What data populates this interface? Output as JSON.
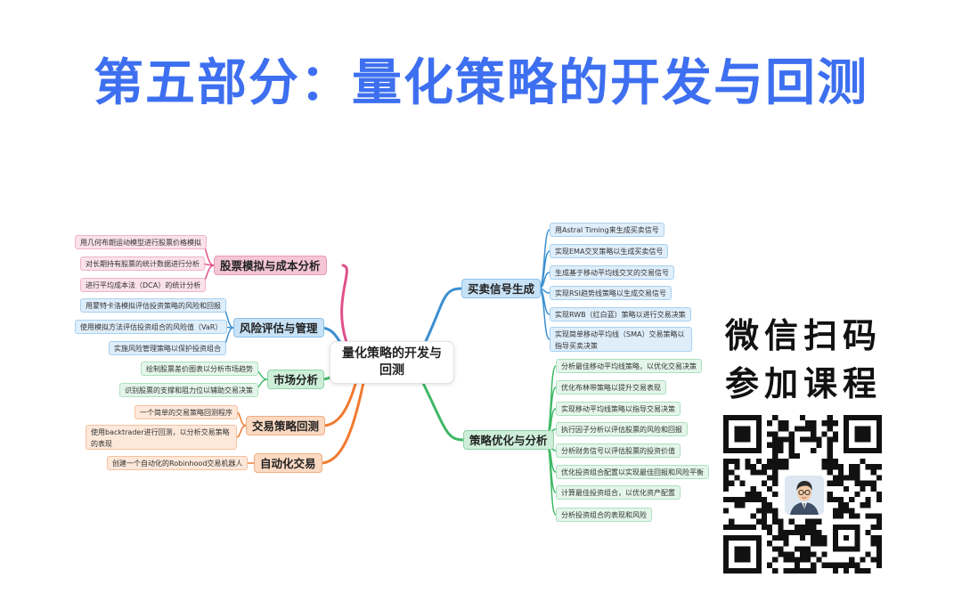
{
  "title": "第五部分：量化策略的开发与回测",
  "center": "量化策略的开发与回测",
  "colors": {
    "title": "#3d6ff0",
    "pink": "#e0508a",
    "blue": "#3a8fd0",
    "green": "#3eb865",
    "orange": "#f07a30"
  },
  "branches": {
    "stock_sim": {
      "label": "股票模拟与成本分析",
      "items": [
        "用几何布朗运动模型进行股票价格模拟",
        "对长期持有股票的统计数据进行分析",
        "进行平均成本法（DCA）的统计分析"
      ]
    },
    "risk": {
      "label": "风险评估与管理",
      "items": [
        "用蒙特卡洛模拟评估投资策略的风险和回报",
        "使用模拟方法评估投资组合的风险值（VaR）",
        "实施风险管理策略以保护投资组合"
      ]
    },
    "market": {
      "label": "市场分析",
      "items": [
        "绘制股票差价图表以分析市场趋势",
        "识别股票的支撑和阻力位以辅助交易决策"
      ]
    },
    "backtest": {
      "label": "交易策略回测",
      "items": [
        "一个简单的交易策略回测程序",
        "使用backtrader进行回测，以分析交易策略的表现"
      ]
    },
    "auto": {
      "label": "自动化交易",
      "items": [
        "创建一个自动化的Robinhood交易机器人"
      ]
    },
    "signals": {
      "label": "买卖信号生成",
      "items": [
        "用Astral Timing来生成买卖信号",
        "实现EMA交叉策略以生成买卖信号",
        "生成基于移动平均线交叉的交易信号",
        "实现RSI趋势线策略以生成交易信号",
        "实现RWB（红白蓝）策略以进行交易决策",
        "实现简单移动平均线（SMA）交易策略以指导买卖决策"
      ]
    },
    "optimize": {
      "label": "策略优化与分析",
      "items": [
        "分析最佳移动平均线策略，以优化交易决策",
        "优化布林带策略以提升交易表现",
        "实现移动平均线策略以指导交易决策",
        "执行因子分析以评估股票的风险和回报",
        "分析财务信号以评估股票的投资价值",
        "优化投资组合配置以实现最佳回报和风险平衡",
        "计算最佳投资组合，以优化资产配置",
        "分析投资组合的表现和风险"
      ]
    }
  },
  "promo": {
    "line1": "微信扫码",
    "line2": "参加课程"
  }
}
